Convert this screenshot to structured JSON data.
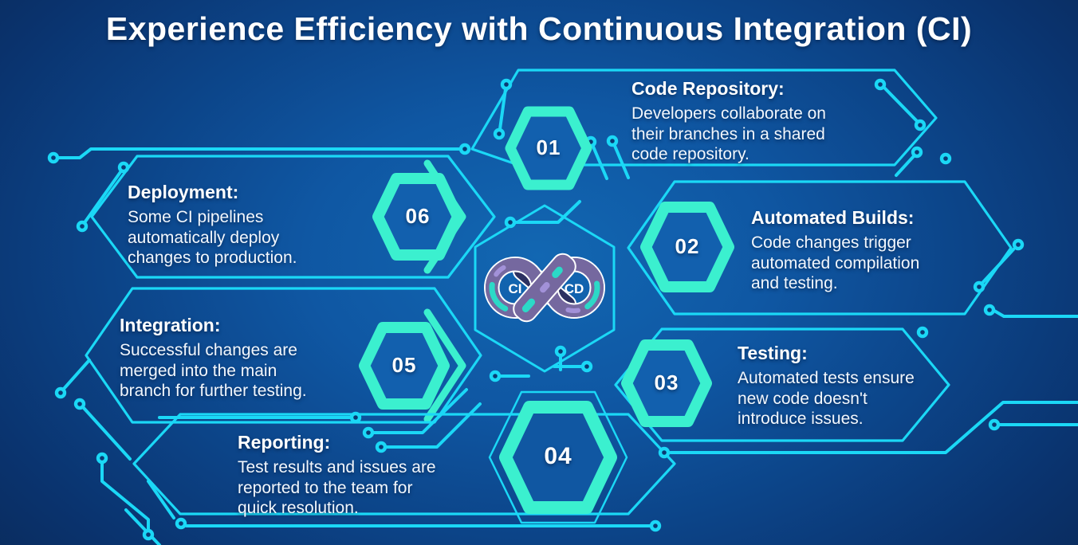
{
  "title": "Experience Efficiency with Continuous Integration (CI)",
  "logo": {
    "left_label": "CI",
    "right_label": "CD"
  },
  "steps": [
    {
      "number": "01",
      "heading": "Code Repository:",
      "lines": [
        "Developers collaborate on",
        "their branches in a shared",
        "code repository."
      ]
    },
    {
      "number": "02",
      "heading": "Automated Builds:",
      "lines": [
        "Code changes trigger",
        "automated compilation",
        "and testing."
      ]
    },
    {
      "number": "03",
      "heading": "Testing:",
      "lines": [
        "Automated tests ensure",
        "new code doesn't",
        "introduce issues."
      ]
    },
    {
      "number": "04",
      "heading": "Reporting:",
      "lines": [
        "Test results and issues are",
        "reported to the team for",
        "quick resolution."
      ]
    },
    {
      "number": "05",
      "heading": "Integration:",
      "lines": [
        "Successful changes are",
        "merged into the main",
        "branch for further testing."
      ]
    },
    {
      "number": "06",
      "heading": "Deployment:",
      "lines": [
        "Some CI pipelines",
        "automatically deploy",
        "changes to production."
      ]
    }
  ],
  "colors": {
    "background_center": "#1267b2",
    "background_edge": "#08254f",
    "circuit_cyan": "#1bd8f6",
    "hexagon_mint": "#3bf0cf",
    "hexagon_fill": "#1260ae",
    "logo_purple": "#75689f",
    "logo_teal": "#2cd9c7",
    "logo_navy": "#2c3161",
    "text": "#ffffff"
  }
}
